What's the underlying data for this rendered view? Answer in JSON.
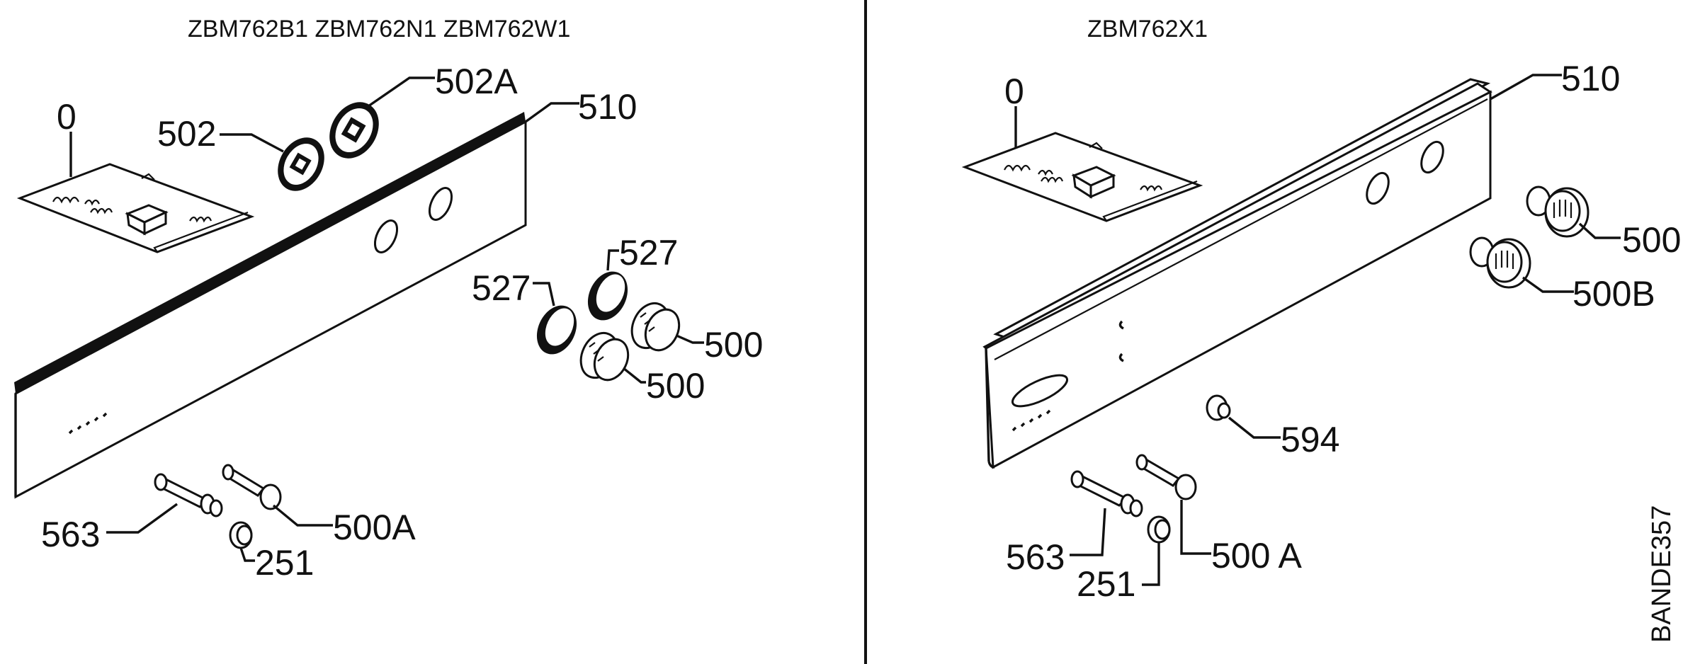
{
  "left": {
    "models": "ZBM762B1  ZBM762N1  ZBM762W1",
    "labels": {
      "p0": "0",
      "p502": "502",
      "p502a": "502A",
      "p510": "510",
      "p527a": "527",
      "p527b": "527",
      "p500a": "500",
      "p500b": "500",
      "p563": "563",
      "p500A": "500A",
      "p251": "251"
    }
  },
  "right": {
    "models": "ZBM762X1",
    "labels": {
      "p0": "0",
      "p510": "510",
      "p500": "500",
      "p500B": "500B",
      "p594": "594",
      "p563": "563",
      "p251": "251",
      "p500A": "500 A"
    }
  },
  "code": "BANDE357"
}
